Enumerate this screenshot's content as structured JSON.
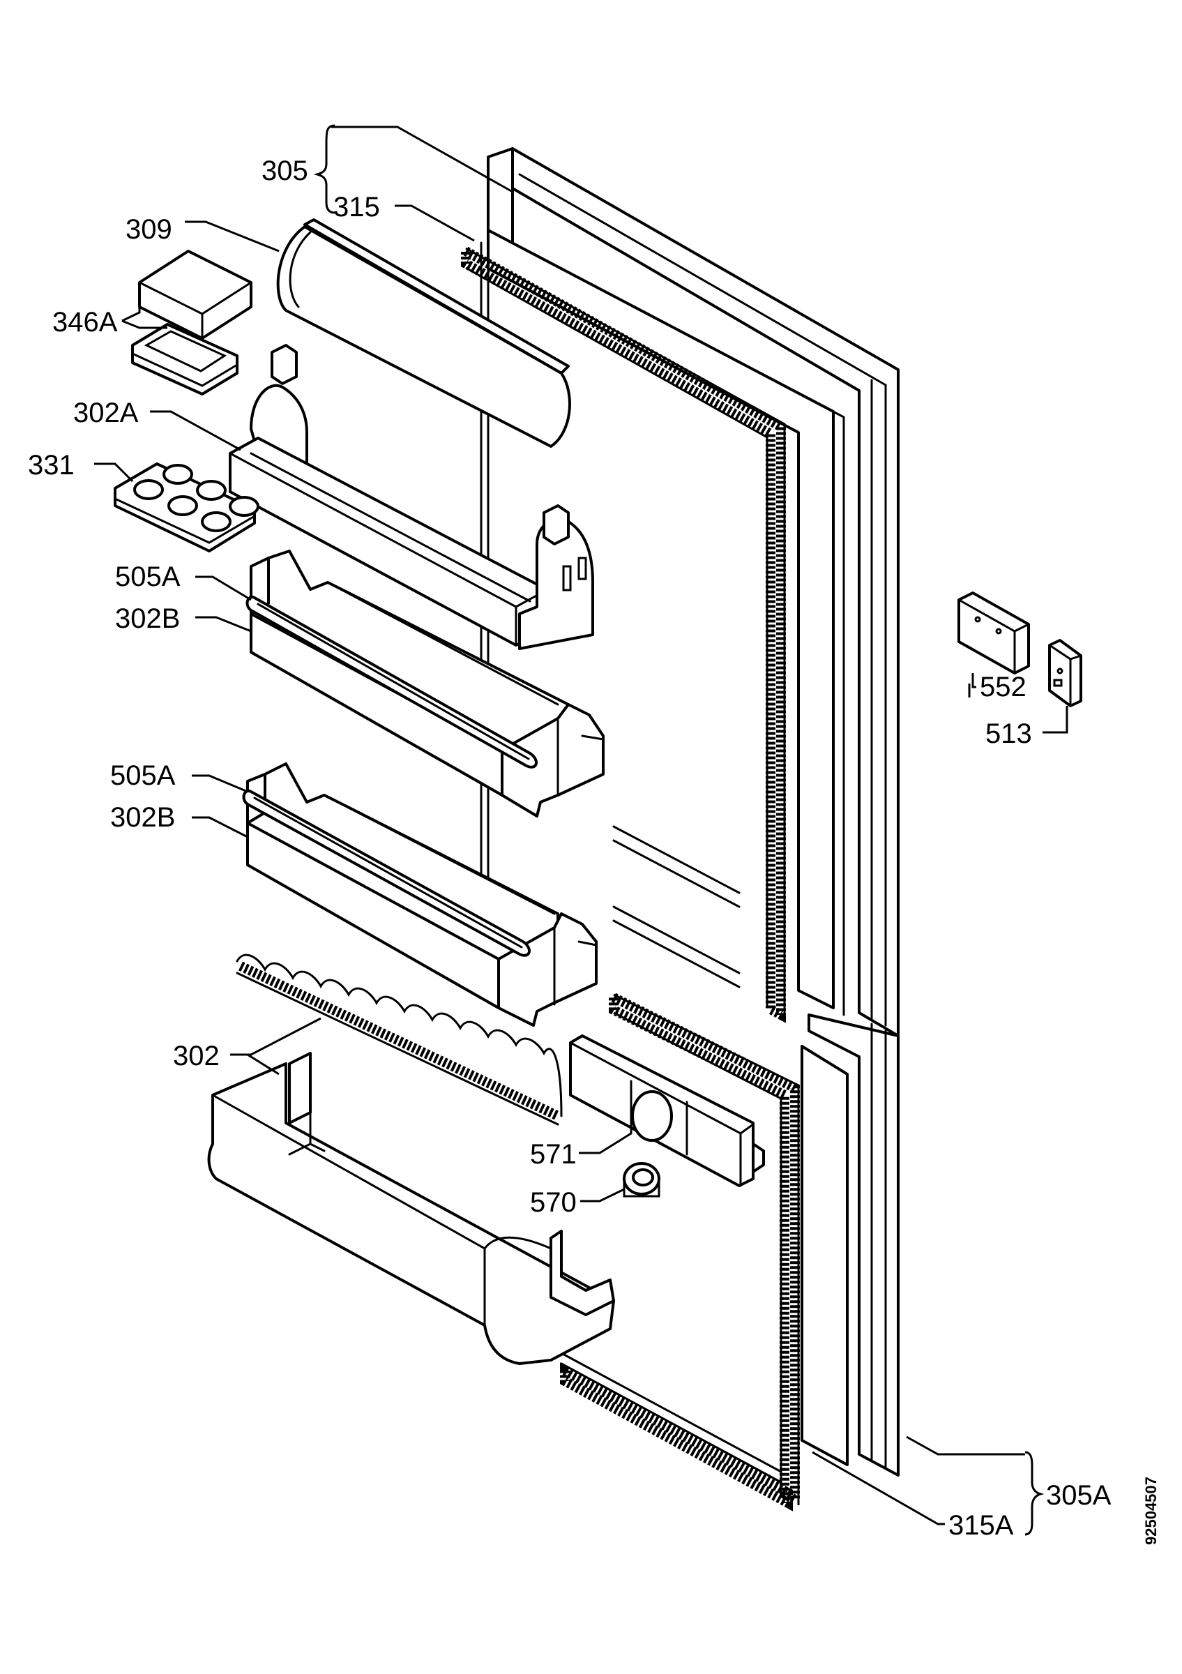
{
  "labels": {
    "l305": "305",
    "l315": "315",
    "l309": "309",
    "l346a": "346A",
    "l302a": "302A",
    "l331": "331",
    "l505a_1": "505A",
    "l302b_1": "302B",
    "l505a_2": "505A",
    "l302b_2": "302B",
    "l302": "302",
    "l571": "571",
    "l570": "570",
    "l552": "552",
    "l513": "513",
    "l305a": "305A",
    "l315a": "315A"
  },
  "document_id": "92504507"
}
